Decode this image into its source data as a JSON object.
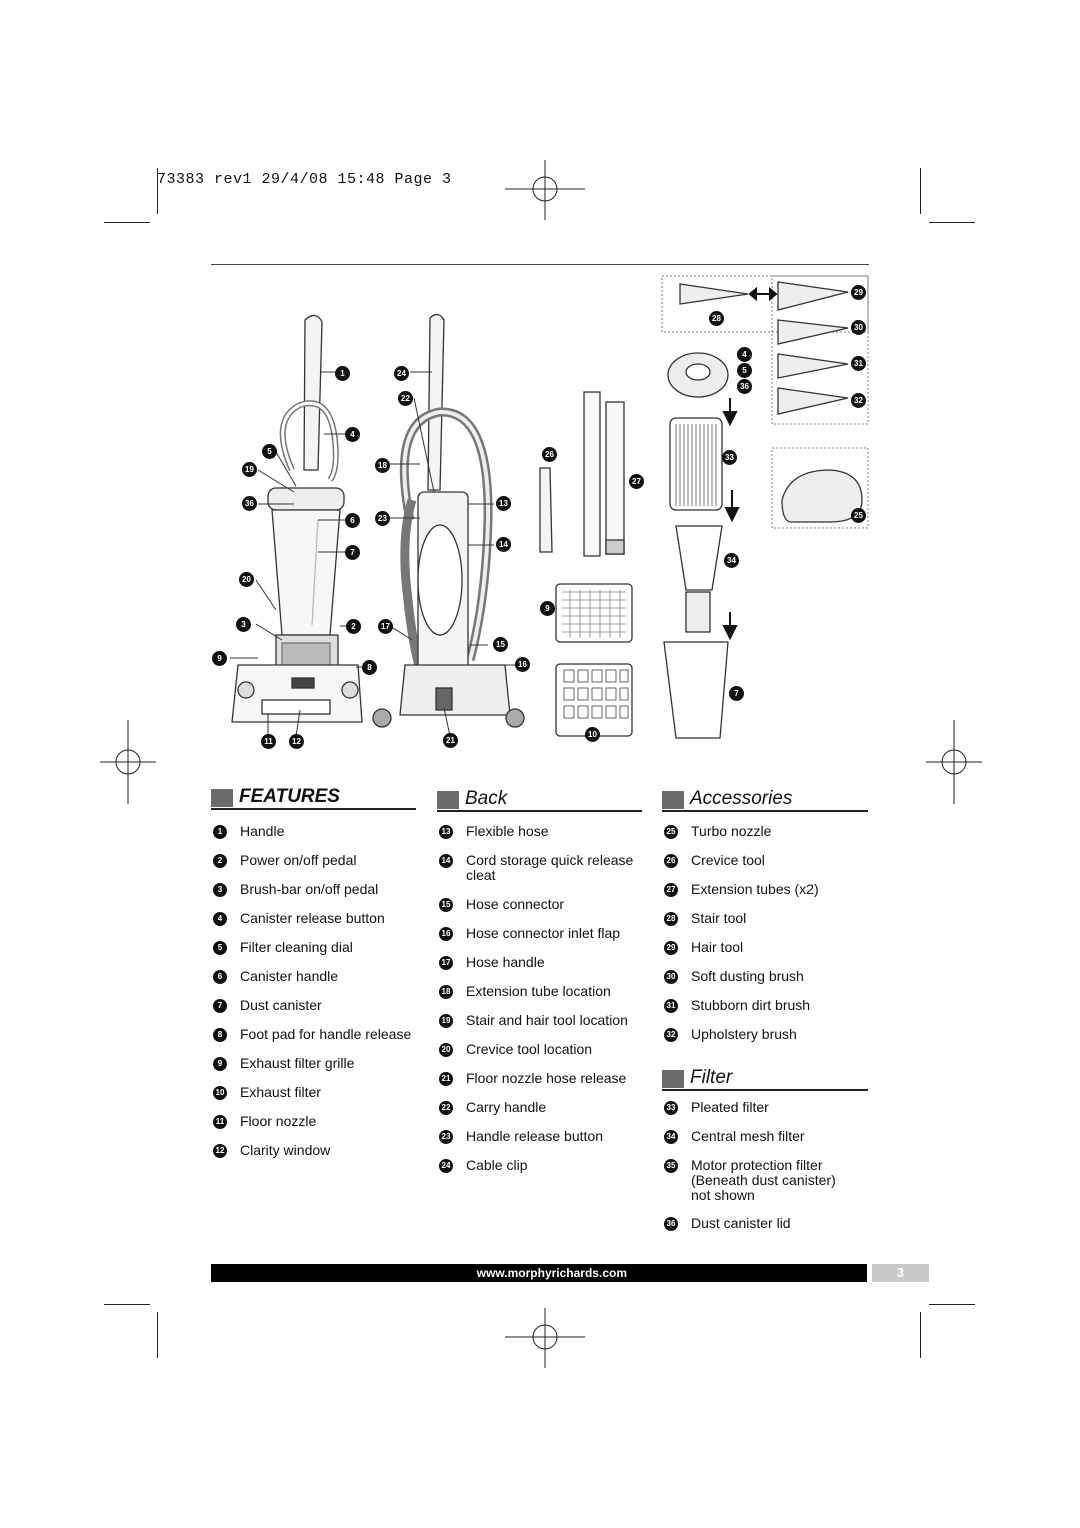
{
  "header": {
    "print_slug": "73383 rev1  29/4/08  15:48  Page 3"
  },
  "diagram": {
    "callouts": [
      "1",
      "24",
      "22",
      "4",
      "5",
      "26",
      "18",
      "19",
      "27",
      "13",
      "36",
      "6",
      "23",
      "14",
      "7",
      "20",
      "9",
      "3",
      "2",
      "17",
      "15",
      "9",
      "16",
      "8",
      "7",
      "11",
      "12",
      "21",
      "10",
      "29",
      "28",
      "30",
      "4",
      "5",
      "31",
      "36",
      "32",
      "33",
      "25",
      "34"
    ]
  },
  "sections": {
    "features": {
      "title": "FEATURES",
      "items": [
        {
          "num": "1",
          "label": "Handle"
        },
        {
          "num": "2",
          "label": "Power on/off pedal"
        },
        {
          "num": "3",
          "label": "Brush-bar on/off pedal"
        },
        {
          "num": "4",
          "label": "Canister release button"
        },
        {
          "num": "5",
          "label": "Filter cleaning dial"
        },
        {
          "num": "6",
          "label": "Canister handle"
        },
        {
          "num": "7",
          "label": "Dust canister"
        },
        {
          "num": "8",
          "label": "Foot pad for handle release"
        },
        {
          "num": "9",
          "label": "Exhaust filter grille"
        },
        {
          "num": "10",
          "label": "Exhaust filter"
        },
        {
          "num": "11",
          "label": "Floor nozzle"
        },
        {
          "num": "12",
          "label": "Clarity window"
        }
      ]
    },
    "back": {
      "title": "Back",
      "items": [
        {
          "num": "13",
          "label": "Flexible hose"
        },
        {
          "num": "14",
          "label": "Cord storage quick release\ncleat"
        },
        {
          "num": "15",
          "label": "Hose connector"
        },
        {
          "num": "16",
          "label": "Hose connector inlet flap"
        },
        {
          "num": "17",
          "label": "Hose handle"
        },
        {
          "num": "18",
          "label": "Extension tube location"
        },
        {
          "num": "19",
          "label": "Stair and hair tool location"
        },
        {
          "num": "20",
          "label": "Crevice tool location"
        },
        {
          "num": "21",
          "label": "Floor nozzle hose release"
        },
        {
          "num": "22",
          "label": "Carry handle"
        },
        {
          "num": "23",
          "label": "Handle release button"
        },
        {
          "num": "24",
          "label": "Cable clip"
        }
      ]
    },
    "accessories": {
      "title": "Accessories",
      "items": [
        {
          "num": "25",
          "label": "Turbo nozzle"
        },
        {
          "num": "26",
          "label": "Crevice tool"
        },
        {
          "num": "27",
          "label": "Extension tubes (x2)"
        },
        {
          "num": "28",
          "label": "Stair tool"
        },
        {
          "num": "29",
          "label": "Hair tool"
        },
        {
          "num": "30",
          "label": "Soft dusting brush"
        },
        {
          "num": "31",
          "label": "Stubborn dirt brush"
        },
        {
          "num": "32",
          "label": "Upholstery brush"
        }
      ]
    },
    "filter": {
      "title": "Filter",
      "items": [
        {
          "num": "33",
          "label": "Pleated filter"
        },
        {
          "num": "34",
          "label": "Central mesh filter"
        },
        {
          "num": "35",
          "label": "Motor protection filter\n(Beneath dust canister)\nnot shown"
        },
        {
          "num": "36",
          "label": "Dust canister lid"
        }
      ]
    }
  },
  "footer": {
    "url": "www.morphyrichards.com",
    "page_number": "3"
  }
}
